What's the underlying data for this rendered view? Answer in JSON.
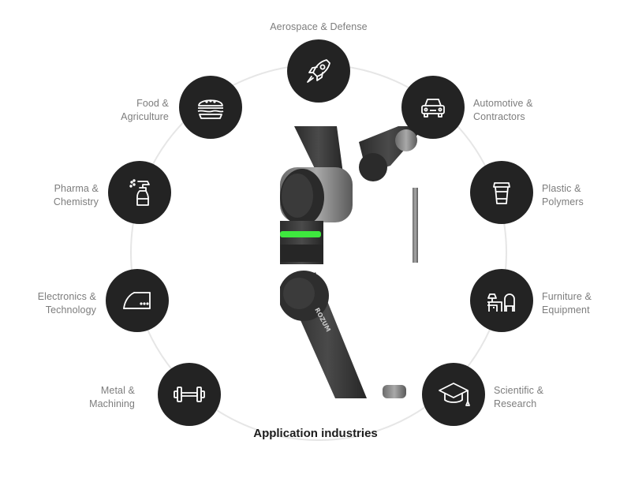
{
  "diagram": {
    "caption": "Application industries",
    "ring_color": "#e6e6e6",
    "node_color": "#232323",
    "label_color": "#7d7d7d",
    "accent_color": "#3ee83e",
    "industries": [
      {
        "id": "aerospace",
        "label": "Aerospace & Defense",
        "icon": "rocket-icon"
      },
      {
        "id": "automotive",
        "label": "Automotive &\nContractors",
        "icon": "car-icon"
      },
      {
        "id": "plastic",
        "label": "Plastic &\nPolymers",
        "icon": "cup-icon"
      },
      {
        "id": "furniture",
        "label": "Furniture &\nEquipment",
        "icon": "furniture-icon"
      },
      {
        "id": "scientific",
        "label": "Scientific &\nResearch",
        "icon": "graduation-cap-icon"
      },
      {
        "id": "metal",
        "label": "Metal &\nMachining",
        "icon": "dumbbell-icon"
      },
      {
        "id": "electronics",
        "label": "Electronics &\nTechnology",
        "icon": "iron-icon"
      },
      {
        "id": "pharma",
        "label": "Pharma &\nChemistry",
        "icon": "spray-bottle-icon"
      },
      {
        "id": "food",
        "label": "Food &\nAgriculture",
        "icon": "burger-icon"
      }
    ],
    "robot_brand": "ROZUM"
  }
}
